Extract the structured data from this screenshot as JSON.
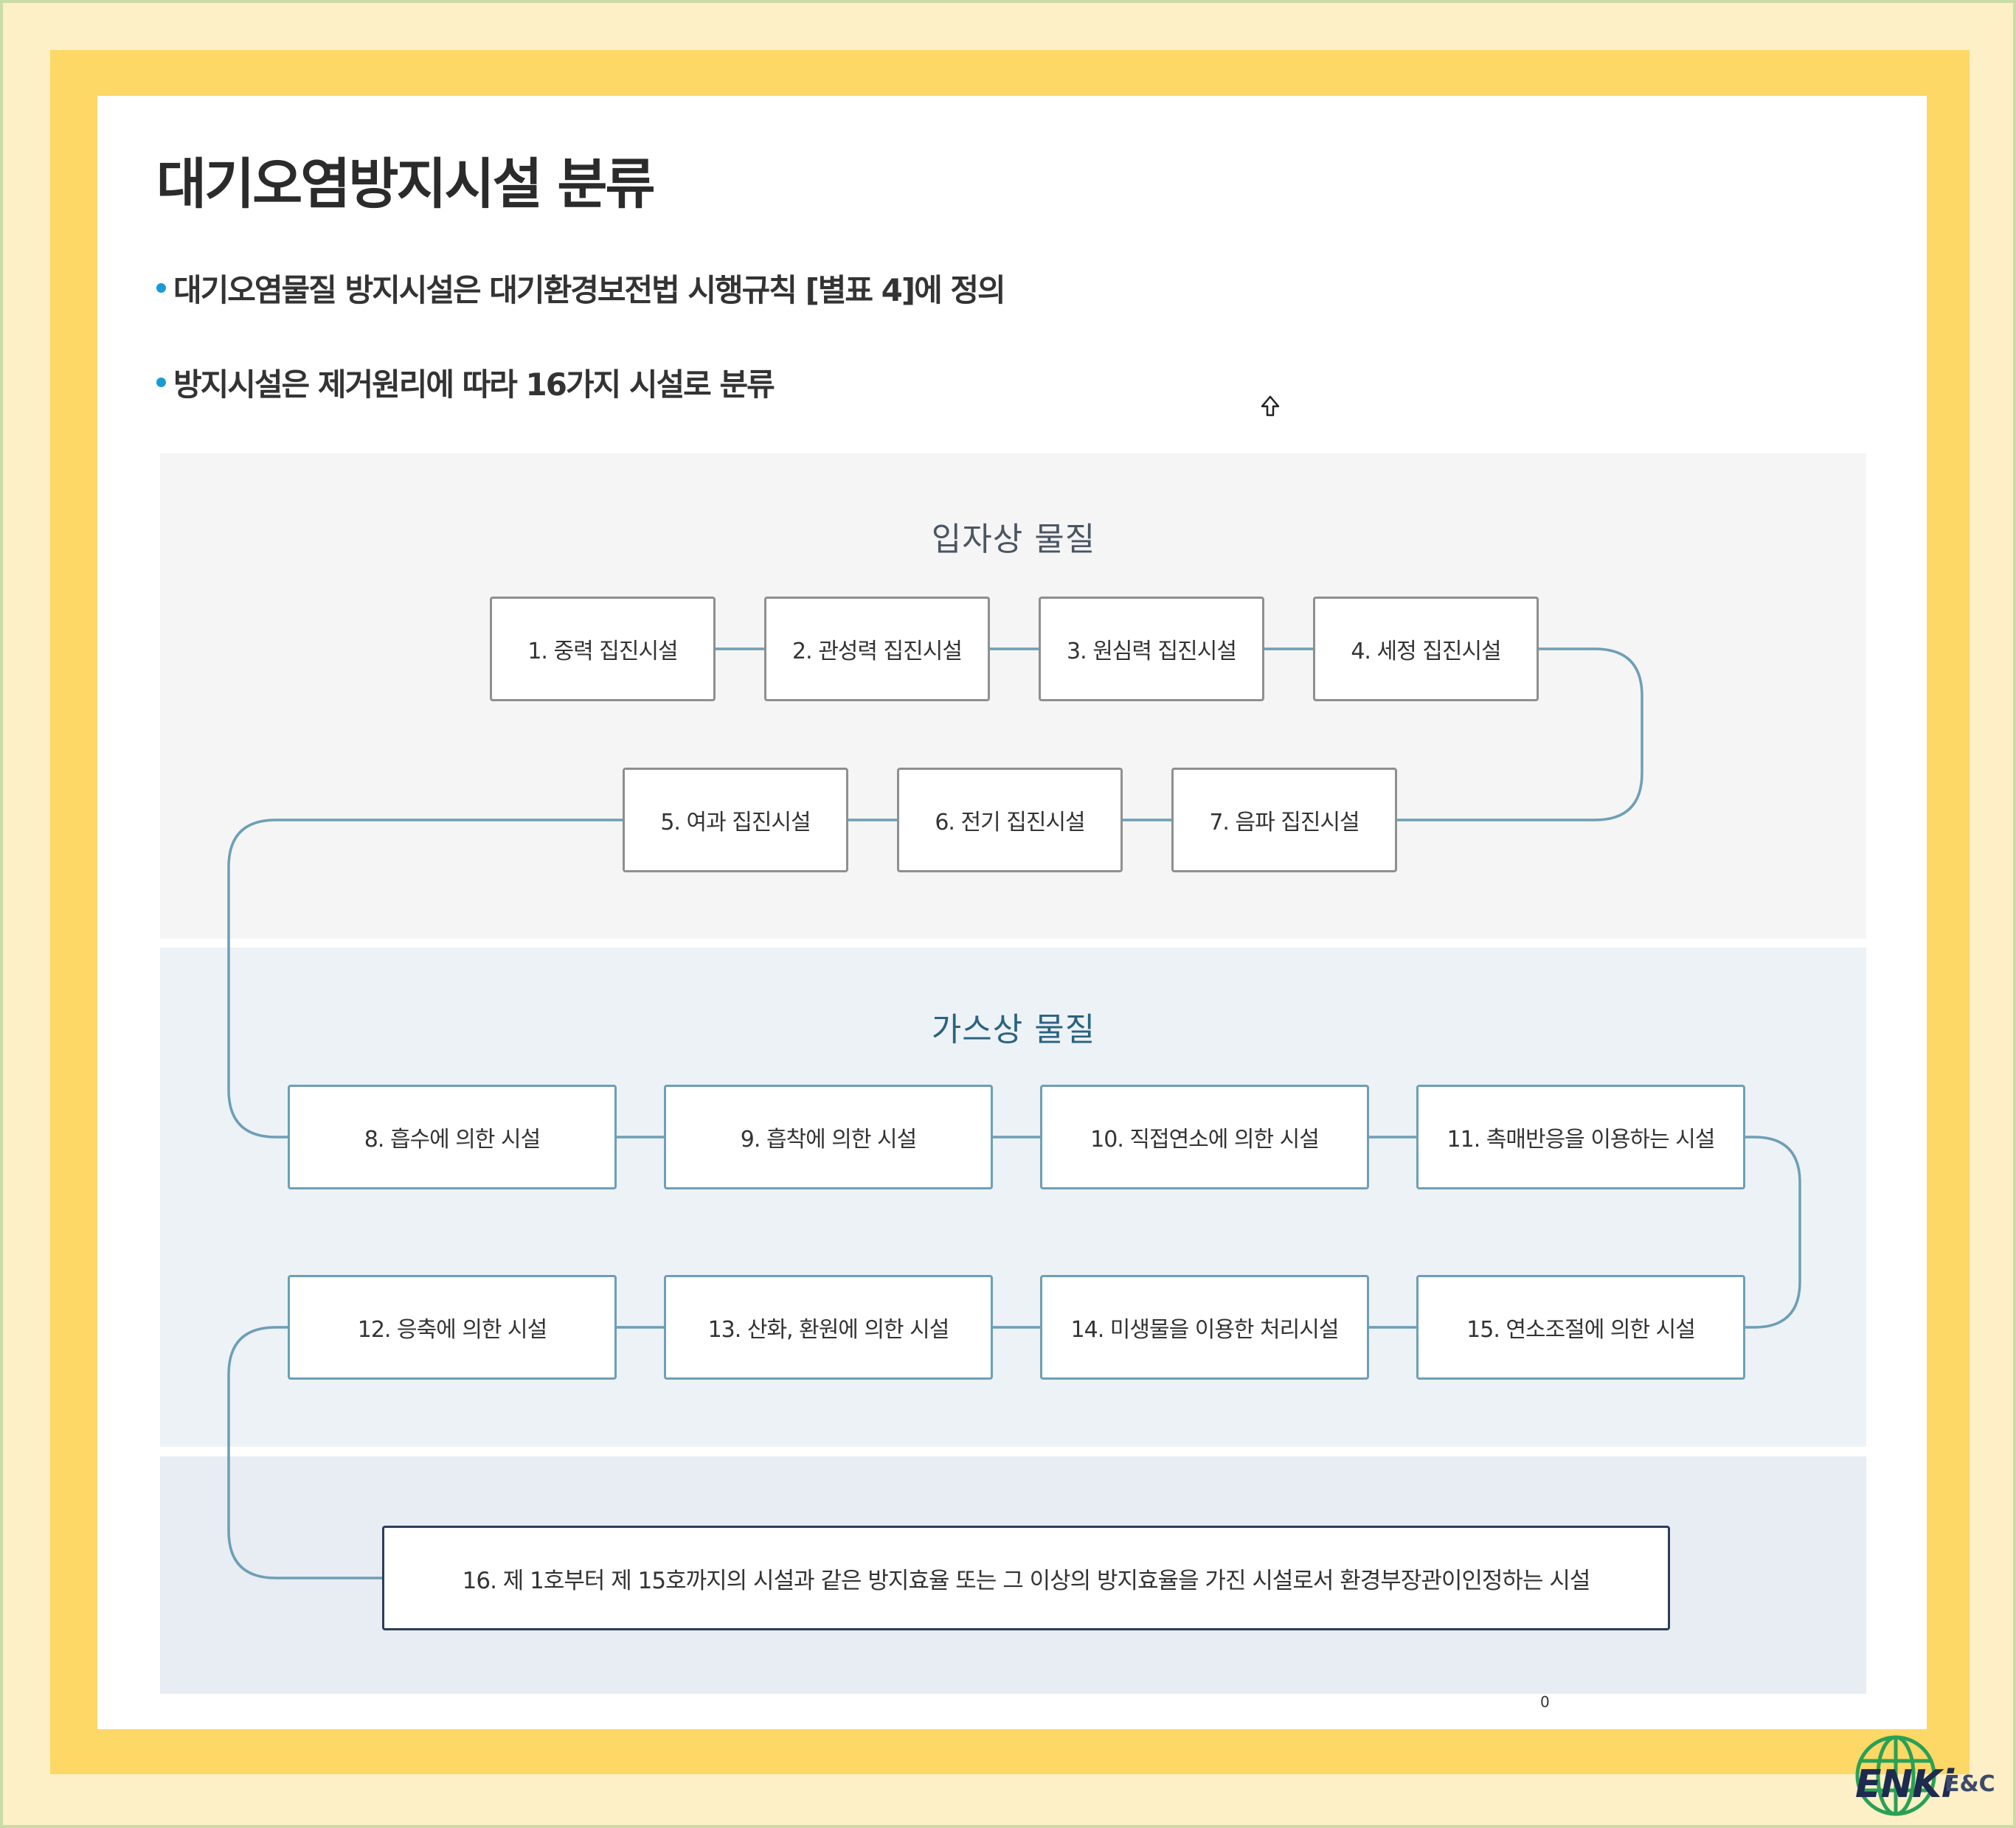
{
  "page": {
    "title": "대기오염방지시설 분류",
    "bullets": [
      "대기오염물질 방지시설은 대기환경보전법 시행규칙 [별표 4]에 정의",
      "방지시설은 제거원리에 따라 16가지 시설로 분류"
    ],
    "tiny_mark": "0"
  },
  "diagram": {
    "sections": [
      {
        "title": "입자상 물질"
      },
      {
        "title": "가스상 물질"
      }
    ],
    "nodes": [
      "1. 중력 집진시설",
      "2. 관성력 집진시설",
      "3. 원심력 집진시설",
      "4. 세정 집진시설",
      "5. 여과 집진시설",
      "6. 전기 집진시설",
      "7. 음파 집진시설",
      "8. 흡수에 의한 시설",
      "9. 흡착에 의한 시설",
      "10. 직접연소에 의한 시설",
      "11. 촉매반응을 이용하는 시설",
      "12. 응축에 의한 시설",
      "13. 산화, 환원에 의한 시설",
      "14. 미생물을 이용한 처리시설",
      "15. 연소조절에 의한 시설",
      "16. 제 1호부터 제 15호까지의 시설과 같은 방지효율 또는 그 이상의 방지효율을 가진 시설로서 환경부장관이인정하는 시설"
    ]
  },
  "logo": {
    "name": "ENKi",
    "sub": "E&C"
  },
  "colors": {
    "frame": "#fdd866",
    "accent_dot": "#1a9ad6",
    "connector": "#6d9fb6",
    "gas_title": "#2a6380"
  }
}
